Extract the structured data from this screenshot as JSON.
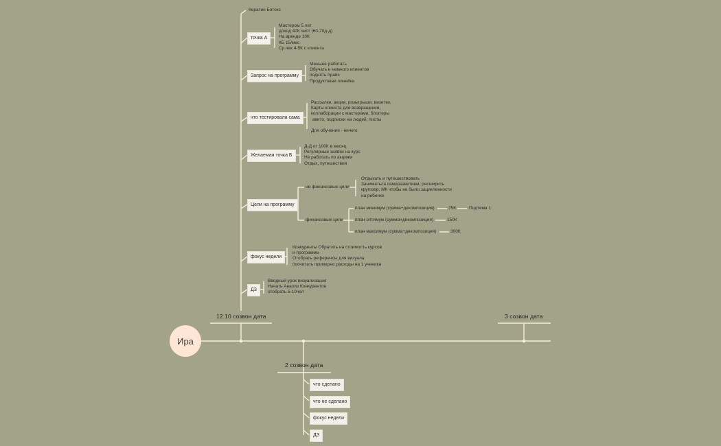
{
  "root": {
    "name": "Ира"
  },
  "top_note": "Кератин Ботокс",
  "branch_nodes": [
    {
      "label": "точка А",
      "text": "Мастером 5 лет\nдоход 40К чист (60-70д-д)\nНа аренде 10К\nКБ 15/мес\nСр.чек 4-5К с клиента"
    },
    {
      "label": "Запрос на программу",
      "text": "Меньше работать\nОбучать и немного клиентов\nподнять прайс\nПродуктовая линейка"
    },
    {
      "label": "что тестировала сама",
      "text": "Рассылки, акции, розыгрыши, визитки,\nКарты клиента для возвращения,\nколлаборации с мастерами, блоггеры\n авито, подписки на людей, посты\n\nДля обучения - ничего"
    },
    {
      "label": "Желаемая точка Б",
      "text": "Д-Д от 100К в месяц\nРегулярные заявки на курс\nНе работать по акциям\nОтдых, путешествия"
    },
    {
      "label": "Цели на программу"
    },
    {
      "label": "фокус недели",
      "text": "Конкуренты Обратить на стоимость курсов\nи программы\nОтобрать референсы для визуала\nпосчитать примерно расходы на 1 ученика"
    },
    {
      "label": "ДЗ",
      "text": "Вводный урок визуализация\nНачать Анализ Конкурентов\nотобрать 5-10чел"
    }
  ],
  "goals": {
    "nonfinancial": {
      "label": "не финансовые цели",
      "text": "Отдыхать и путешествовать\nЗаниматься саморазвитием, расширить\nкругозор, МК чтобы не было зацикленности\nна ребенке"
    },
    "financial": {
      "label": "финансовые цели",
      "plans": [
        {
          "label": "план минимум (сумма+декомпозиция)",
          "value": "75К",
          "extra": "Подтема 1"
        },
        {
          "label": "план оптимум (сумма+декомпозиция)",
          "value": "150К"
        },
        {
          "label": "план максимум (сумма+декомпозиция)",
          "value": "300К"
        }
      ]
    }
  },
  "sessions": [
    {
      "label": "12.10 созвон дата"
    },
    {
      "label": "2 созвон дата"
    },
    {
      "label": "3 созвон дата"
    }
  ],
  "session2_items": [
    "что сделано",
    "что не сделано",
    "фокус недели",
    "ДЗ"
  ],
  "colors": {
    "background": "#a3a38a",
    "lines": "#f4efdd",
    "node_fill": "#f2f0e8",
    "root_fill": "#fde6d6"
  }
}
